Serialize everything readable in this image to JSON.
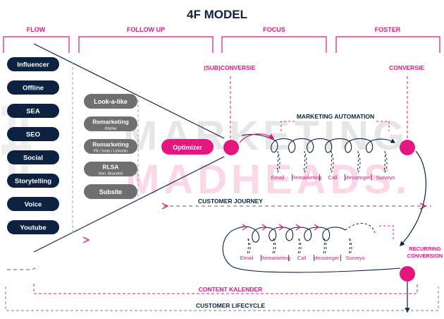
{
  "title": "4F MODEL",
  "columns": [
    "FLOW",
    "FOLLOW UP",
    "FOCUS",
    "FOSTER"
  ],
  "flow_sources": [
    "Influencer",
    "Offline",
    "SEA",
    "SEO",
    "Social",
    "Storytelling",
    "Voice",
    "Youtube"
  ],
  "follow_up": [
    {
      "label": "Look-a-like",
      "sub": ""
    },
    {
      "label": "Remarketing",
      "sub": "display"
    },
    {
      "label": "Remarketing",
      "sub": "FB / Insta / Linkedin"
    },
    {
      "label": "RLSA",
      "sub": "Non -Branded"
    },
    {
      "label": "Subsite",
      "sub": ""
    }
  ],
  "optimizer": "Optimizer",
  "sub_conversion": "(SUB)CONVERSIE",
  "conversion": "CONVERSIE",
  "marketing_automation": "MARKETING AUTOMATION",
  "automation_channels": [
    "Email",
    "Remarketing",
    "Call",
    "Messenger",
    "Surveys"
  ],
  "recurring": [
    "RECURRING",
    "CONVERSION"
  ],
  "customer_journey": "CUSTOMER JOURNEY",
  "content_kalender": "CONTENT KALENDER",
  "customer_lifecycle": "CUSTOMER LIFECYCLE",
  "watermark": [
    "MARKETING",
    "MADHEADS."
  ],
  "colors": {
    "navy": "#0d2240",
    "pink": "#e5177e",
    "gray": "#6f6f6f",
    "line": "#0d2240"
  }
}
